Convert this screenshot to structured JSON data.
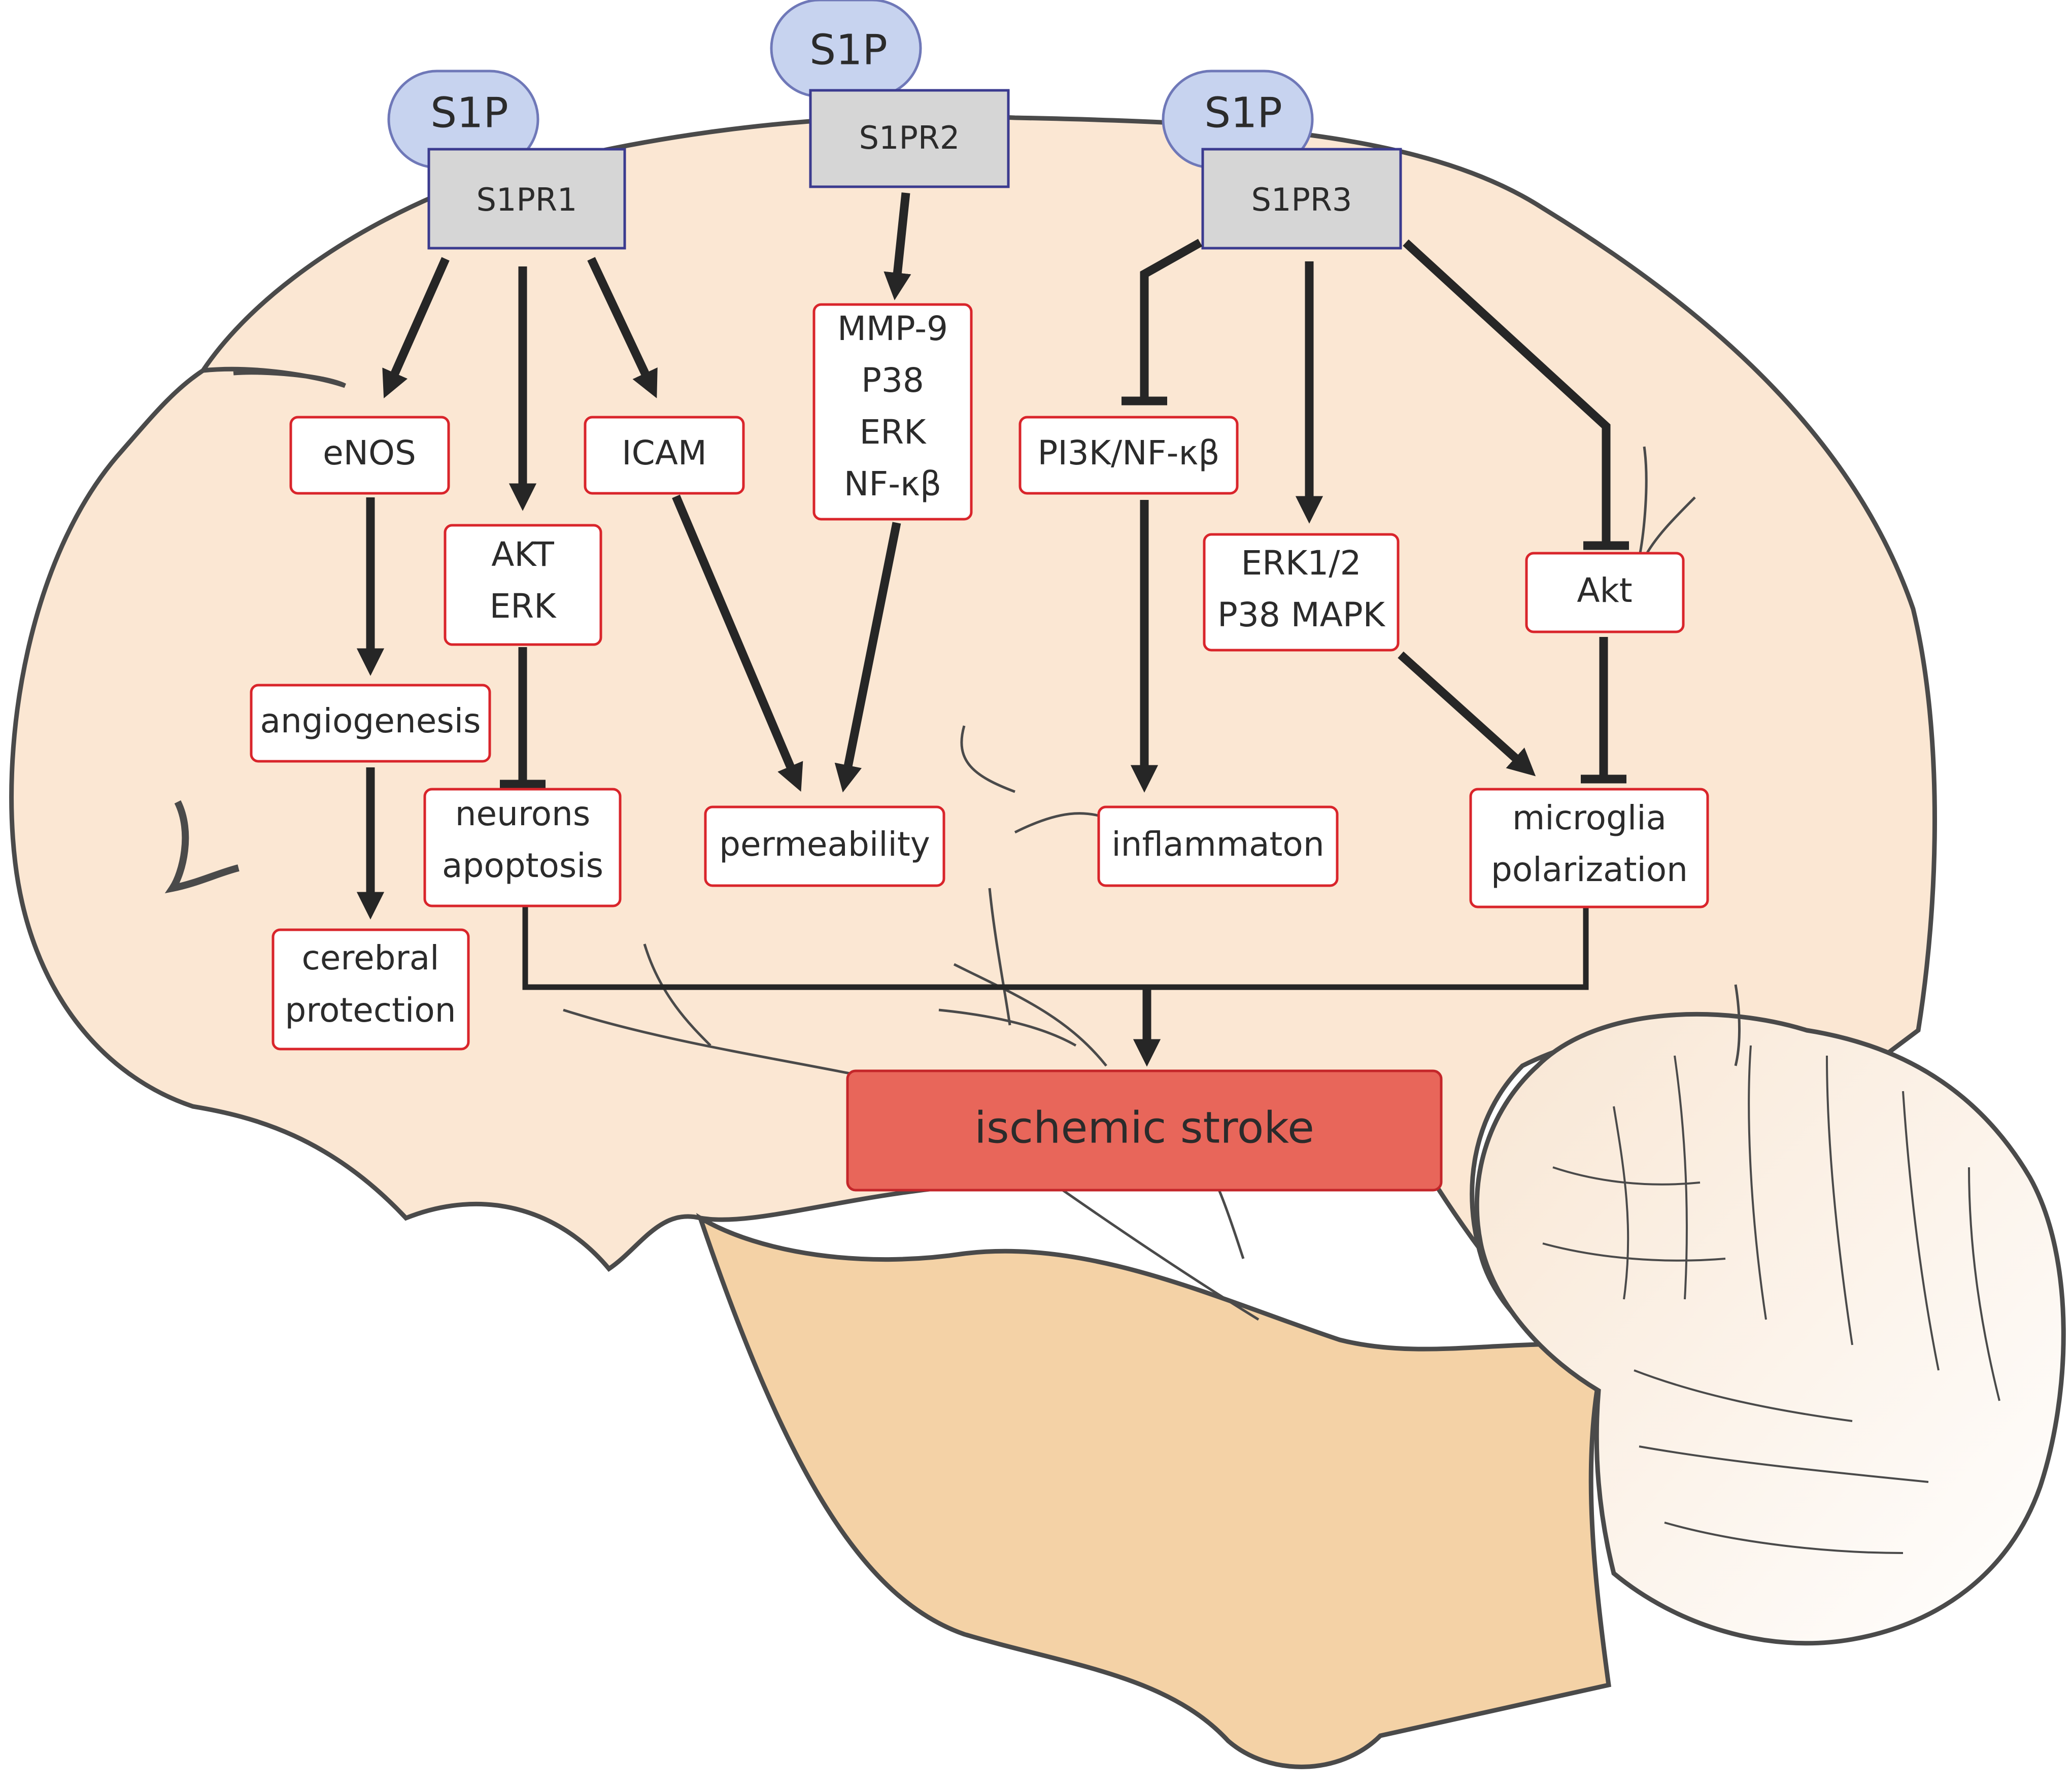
{
  "colors": {
    "brain_fill": "#fbe7d3",
    "brainstem_fill": "#f4d2a6",
    "cerebellum_fill": "#fdf4ea",
    "outline": "#4a4a4a",
    "box_border": "#d9252b",
    "receptor_fill": "#d6d6d6",
    "receptor_border": "#3b3b8f",
    "s1p_fill": "#c7d3ef",
    "s1p_border": "#6f78b8",
    "stroke_fill": "#e8665a",
    "arrow": "#262626"
  },
  "ligands": [
    "S1P",
    "S1P",
    "S1P"
  ],
  "receptors": [
    "S1PR1",
    "S1PR2",
    "S1PR3"
  ],
  "nodes": {
    "enos": [
      "eNOS"
    ],
    "akt_erk": [
      "AKT",
      "ERK"
    ],
    "icam": [
      "ICAM"
    ],
    "mmp9": [
      "MMP-9",
      "P38",
      "ERK",
      "NF-κβ"
    ],
    "pi3k": [
      "PI3K/NF-κβ"
    ],
    "erk12": [
      "ERK1/2",
      "P38 MAPK"
    ],
    "akt3": [
      "Akt"
    ],
    "angiogenesis": [
      "angiogenesis"
    ],
    "neurons": [
      "neurons",
      "apoptosis"
    ],
    "permeability": [
      "permeability"
    ],
    "inflammaton": [
      "inflammaton"
    ],
    "microglia": [
      "microglia",
      "polarization"
    ],
    "cerebral": [
      "cerebral",
      "protection"
    ]
  },
  "outcome": "ischemic stroke"
}
